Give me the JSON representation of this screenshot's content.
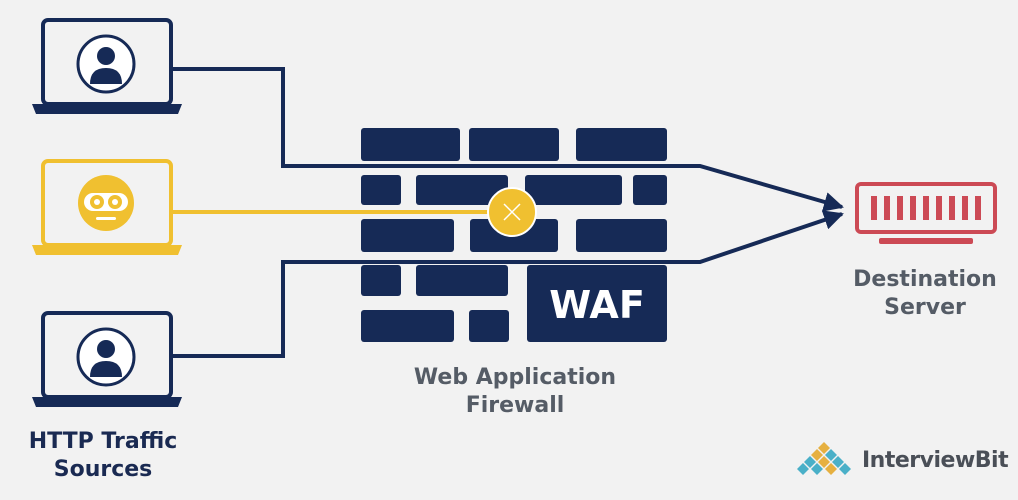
{
  "labels": {
    "sources_line1": "HTTP Traffic",
    "sources_line2": "Sources",
    "waf_line1": "Web Application",
    "waf_line2": "Firewall",
    "waf_badge": "WAF",
    "dest_line1": "Destination",
    "dest_line2": "Server"
  },
  "logo": {
    "text": "InterviewBit"
  },
  "colors": {
    "navy": "#162a56",
    "yellow": "#f0c030",
    "red": "#cc4a55",
    "background": "#f2f2f2"
  },
  "icons": {
    "source_top": "user-laptop-icon",
    "source_middle": "malicious-bot-laptop-icon",
    "source_bottom": "user-laptop-icon",
    "blocked": "block-x-icon",
    "server": "server-icon"
  }
}
